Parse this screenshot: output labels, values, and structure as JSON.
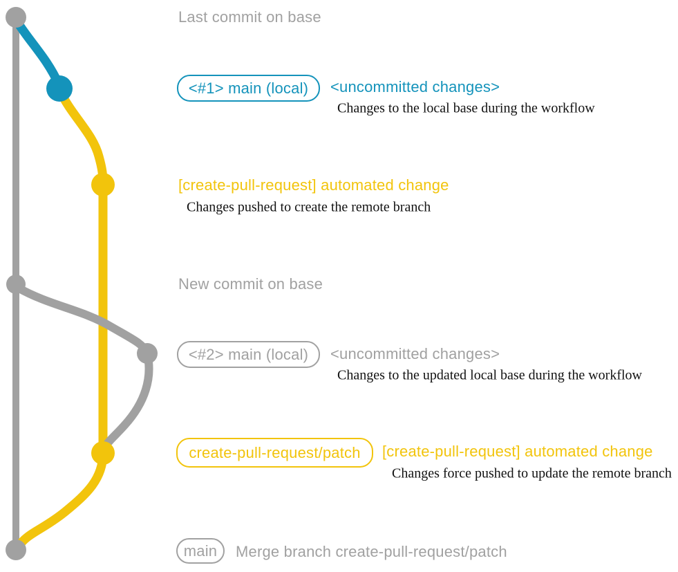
{
  "colors": {
    "gray": "#a1a1a1",
    "blue": "#1493bb",
    "yellow": "#f2c40c",
    "ink": "#121212"
  },
  "annotations": {
    "last_commit": "Last commit on base",
    "branch1_label": "<#1> main (local)",
    "uncommitted1": "<uncommitted changes>",
    "note1": "Changes to the local base during the workflow",
    "auto_change1": "[create-pull-request] automated change",
    "note2": "Changes pushed to create the remote branch",
    "new_commit": "New commit on base",
    "branch2_label": "<#2> main (local)",
    "uncommitted2": "<uncommitted changes>",
    "note3": "Changes to the updated local base during the workflow",
    "patch_branch_label": "create-pull-request/patch",
    "auto_change2": "[create-pull-request] automated change",
    "note4": "Changes force pushed to update the remote branch",
    "main_label": "main",
    "merge_message": "Merge branch create-pull-request/patch"
  }
}
